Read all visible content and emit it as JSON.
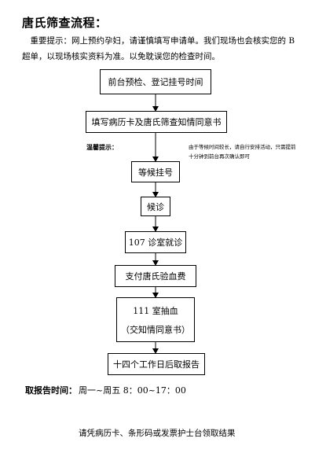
{
  "title": "唐氏筛查流程：",
  "intro": "重要提示：网上预约孕妇，请谨慎填写申请单。我们现场也会核实您的 B 超单，以现场核实资料为准。以免耽误您的检查时间。",
  "steps": [
    {
      "label": "前台预检、登记挂号时间"
    },
    {
      "label": "填写病历卡及唐氏筛查知情同意书"
    },
    {
      "label": "等候挂号"
    },
    {
      "label": "候诊"
    },
    {
      "label": "107 诊室就诊"
    },
    {
      "label": "支付唐氏验血费"
    },
    {
      "label": "111 室抽血",
      "sub": "（交知情同意书）"
    },
    {
      "label": "十四个工作日后取报告"
    }
  ],
  "tip": {
    "label": "温馨提示：",
    "text": "由于等候时间较长，请自行安排活动，只需提前十分钟到前台再次确认即可"
  },
  "footer": {
    "label": "取报告时间：",
    "hours": "周一~周五 8：00~17：00"
  },
  "closing": "请凭病历卡、条形码或发票护士台领取结果"
}
